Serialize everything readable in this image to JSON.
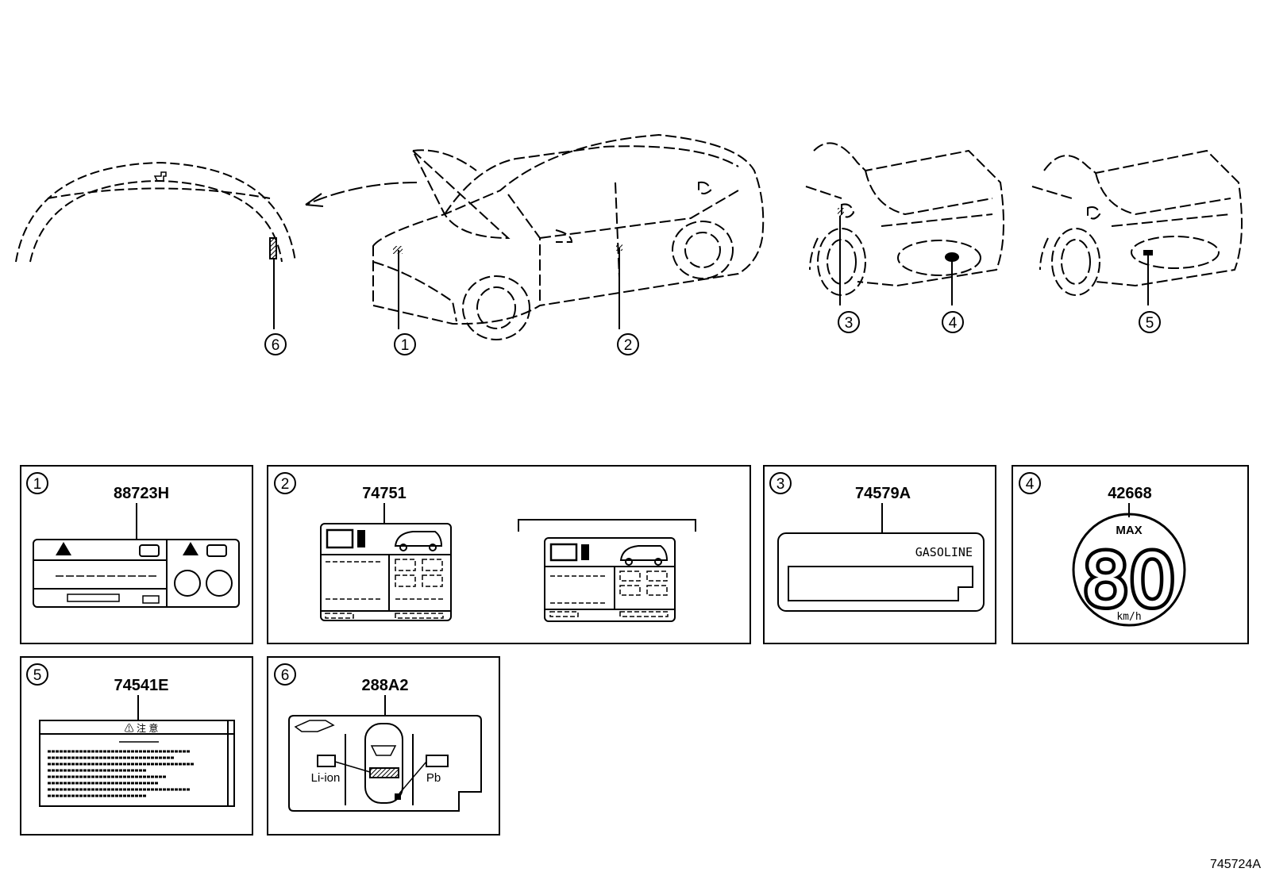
{
  "callouts": [
    "1",
    "2",
    "3",
    "4",
    "5",
    "6"
  ],
  "parts": [
    {
      "index": "1",
      "part_no": "88723H"
    },
    {
      "index": "2",
      "part_no": "74751"
    },
    {
      "index": "3",
      "part_no": "74579A"
    },
    {
      "index": "4",
      "part_no": "42668"
    },
    {
      "index": "5",
      "part_no": "74541E"
    },
    {
      "index": "6",
      "part_no": "288A2"
    }
  ],
  "labels": {
    "gasoline": "GASOLINE",
    "max": "MAX",
    "speed": "80",
    "unit": "km/h",
    "li_ion": "Li-ion",
    "pb": "Pb",
    "jp_heading": "⚠ 注 意"
  },
  "figure_id": "745724A"
}
